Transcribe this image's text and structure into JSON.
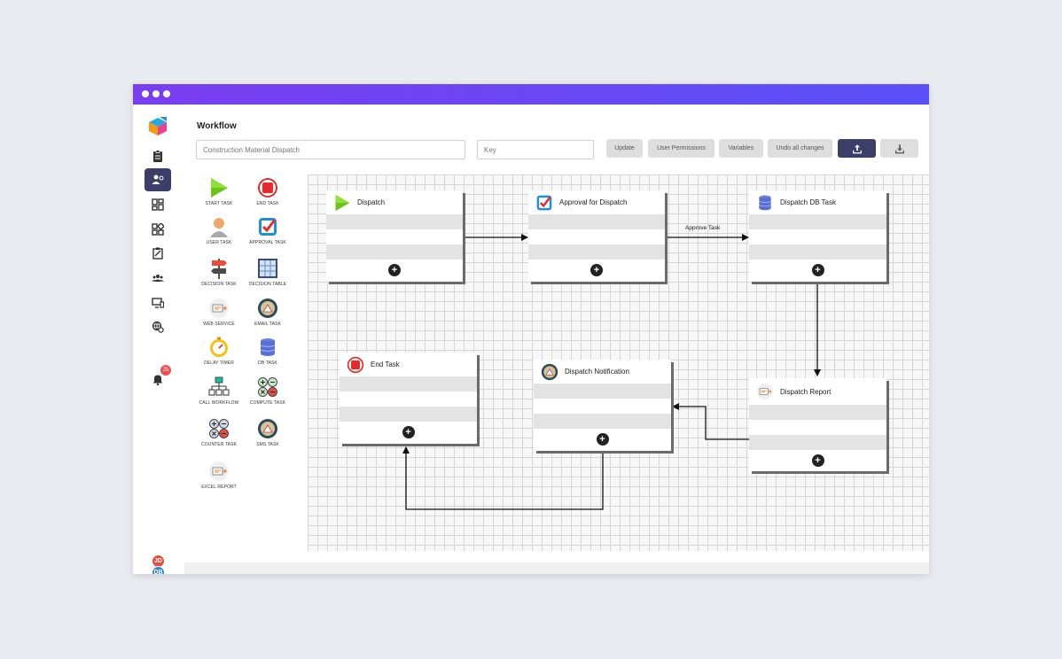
{
  "app": {
    "title": "Workflow",
    "window_dots": 3
  },
  "header": {
    "name_placeholder": "Construction Material Dispatch",
    "key_placeholder": "Key",
    "buttons": {
      "update": "Update",
      "user_permissions": "User Permissions",
      "variables": "Variables",
      "undo": "Undo all changes"
    },
    "upload_icon": "upload-icon",
    "download_icon": "download-icon"
  },
  "leftnav": {
    "items": [
      "logo-icon",
      "clipboard-icon",
      "user-settings-icon",
      "dashboard-icon",
      "apps-icon",
      "task-icon",
      "team-icon",
      "monitor-icon",
      "globe-settings-icon",
      "bell-icon"
    ],
    "notification_count": "25",
    "avatars": [
      {
        "initials": "JD",
        "color": "#e74c3c"
      },
      {
        "initials": "DB",
        "color": "#2e86de"
      }
    ]
  },
  "palette": {
    "items": [
      {
        "label": "START TASK",
        "icon": "play-icon"
      },
      {
        "label": "END TASK",
        "icon": "stop-icon"
      },
      {
        "label": "USER TASK",
        "icon": "user-icon"
      },
      {
        "label": "APPROVAL TASK",
        "icon": "checkbox-icon"
      },
      {
        "label": "DECISION TASK",
        "icon": "signpost-icon"
      },
      {
        "label": "DECISION TABLE",
        "icon": "table-icon"
      },
      {
        "label": "WEB SERVICE",
        "icon": "web-service-icon"
      },
      {
        "label": "EMAIL TASK",
        "icon": "email-icon"
      },
      {
        "label": "DELAY TIMER",
        "icon": "stopwatch-icon"
      },
      {
        "label": "DB TASK",
        "icon": "database-icon"
      },
      {
        "label": "CALL WORKFLOW",
        "icon": "hierarchy-icon"
      },
      {
        "label": "COMPUTE TASK",
        "icon": "calculator-icon"
      },
      {
        "label": "COUNTER TASK",
        "icon": "counter-icon"
      },
      {
        "label": "SMS TASK",
        "icon": "sms-icon"
      },
      {
        "label": "EXCEL REPORT",
        "icon": "report-icon"
      }
    ]
  },
  "canvas": {
    "nodes": [
      {
        "id": "dispatch",
        "title": "Dispatch",
        "icon": "play-icon"
      },
      {
        "id": "approval",
        "title": "Approval for Dispatch",
        "icon": "checkbox-icon"
      },
      {
        "id": "dbtask",
        "title": "Dispatch DB Task",
        "icon": "database-icon"
      },
      {
        "id": "report",
        "title": "Dispatch Report",
        "icon": "report-icon"
      },
      {
        "id": "notification",
        "title": "Dispatch Notification",
        "icon": "email-icon"
      },
      {
        "id": "endtask",
        "title": "End Task",
        "icon": "stop-icon"
      }
    ],
    "edge_labels": {
      "approval_to_db": "Approve Task"
    },
    "add_symbol": "+"
  }
}
